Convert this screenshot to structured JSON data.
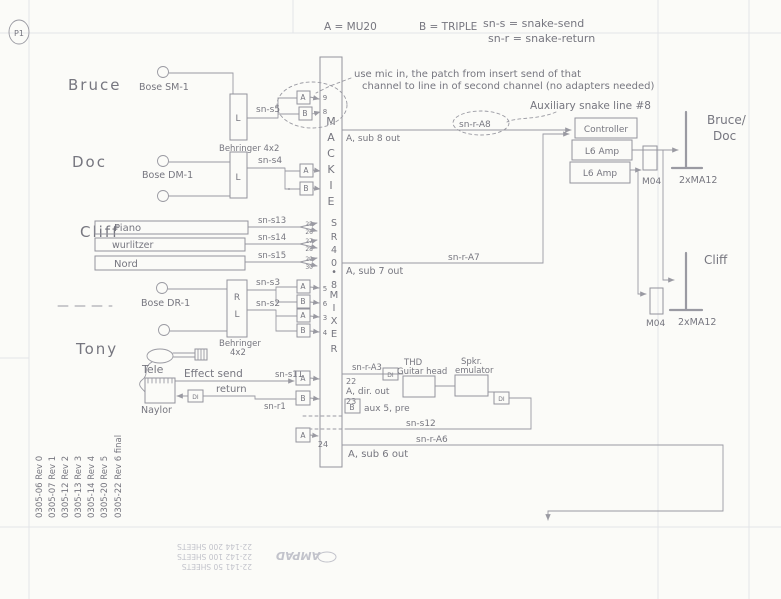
{
  "page": {
    "mark": "P1"
  },
  "legend": {
    "a": "A = MU20",
    "b": "B = TRIPLE",
    "send": "sn-s = snake-send",
    "ret": "sn-r = snake-return"
  },
  "notes": {
    "mic_line1": "use mic in, the patch from insert send of that",
    "mic_line2": "channel to line in of second channel (no adapters needed)",
    "aux": "Auxiliary snake line #8"
  },
  "performers": {
    "bruce": "Bruce",
    "doc": "Doc",
    "cliff": "Cliff",
    "tony": "Tony",
    "right_bruce": "Bruce/",
    "right_doc": "Doc",
    "right_cliff": "Cliff"
  },
  "devices": {
    "bose_sm1": "Bose SM-1",
    "bose_dm1": "Bose DM-1",
    "bose_dr1": "Bose DR-1",
    "behringer1": "Behringer 4x2",
    "behringer2_l1": "Behringer",
    "behringer2_l2": "4x2",
    "kb1": "Piano",
    "kb2": "wurlitzer",
    "kb3": "Nord",
    "tele": "Tele",
    "amp": "Naylor",
    "thd1": "THD",
    "thd2": "Guitar head",
    "spkr1": "Spkr.",
    "spkr2": "emulator",
    "di": "DI",
    "controller": "Controller",
    "l6amp": "L6 Amp",
    "m04": "M04",
    "ma12": "2xMA12",
    "r": "R",
    "l": "L"
  },
  "wires": {
    "s5": "sn-s5",
    "s4": "sn-s4",
    "s13": "sn-s13",
    "s14": "sn-s14",
    "s15": "sn-s15",
    "s3": "sn-s3",
    "s2": "sn-s2",
    "s11": "sn-s11",
    "s12": "sn-s12",
    "r1": "sn-r1",
    "ra3": "sn-r-A3",
    "ra6": "sn-r-A6",
    "ra7": "sn-r-A7",
    "ra8": "sn-r-A8",
    "send": "Effect send",
    "return": "return",
    "sub8": "A, sub 8 out",
    "sub7": "A, sub 7 out",
    "sub6": "A, sub 6 out",
    "dir": "A, dir. out",
    "aux5": "aux 5, pre"
  },
  "mixer": {
    "brand": [
      "M",
      "A",
      "C",
      "K",
      "I",
      "E"
    ],
    "model": [
      "S",
      "R",
      "4",
      "0",
      "•",
      "8"
    ],
    "word": [
      "M",
      "I",
      "X",
      "E",
      "R"
    ],
    "a": "A",
    "b": "B",
    "ch": {
      "c9": "9",
      "c8": "8",
      "c25": "25",
      "c26": "26",
      "c27": "27",
      "c28": "28",
      "c29": "29",
      "c30": "30",
      "c5": "5",
      "c6": "6",
      "c3": "3",
      "c4": "4",
      "c22": "22",
      "c23": "23",
      "c24": "24"
    }
  },
  "revisions": [
    "0305-06  Rev 0",
    "0305-07  Rev 1",
    "0305-12  Rev 2",
    "0305-13  Rev 3",
    "0305-14  Rev 4",
    "0305-20  Rev 5",
    "0305-22  Rev 6 final"
  ],
  "stamp": {
    "brand": "AMPAD",
    "lines": [
      "22-141    50 SHEETS",
      "22-142   100 SHEETS",
      "22-144   200 SHEETS"
    ]
  }
}
